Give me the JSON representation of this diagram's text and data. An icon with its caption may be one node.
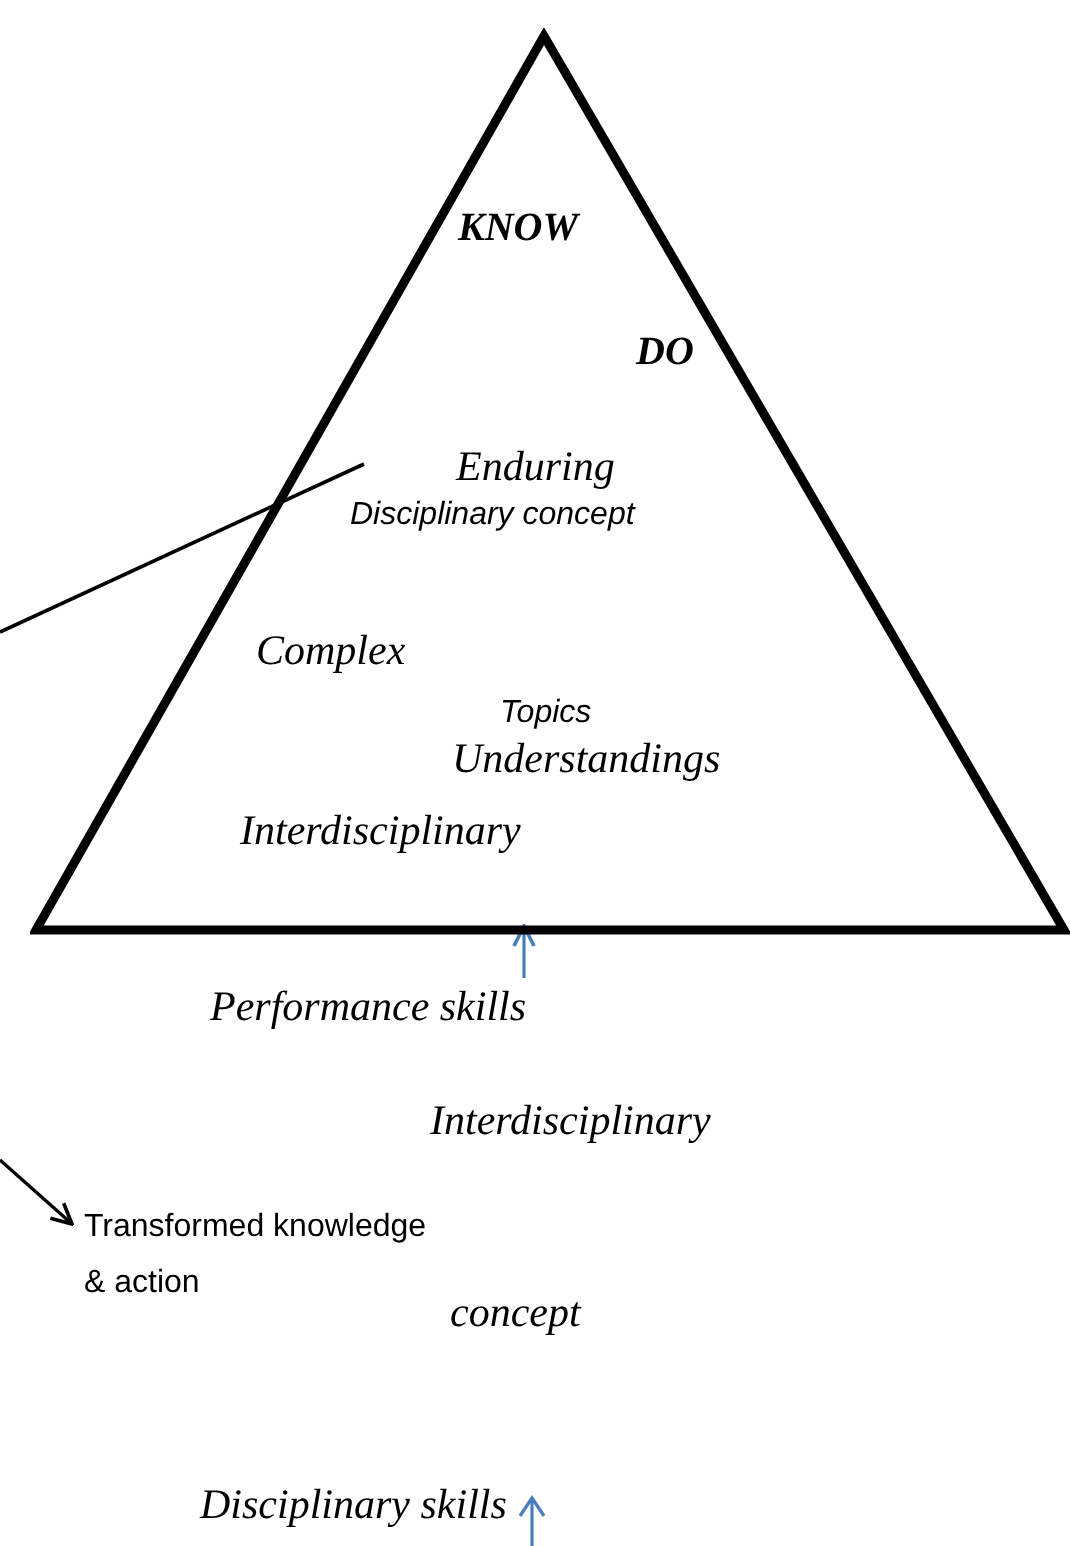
{
  "diagram": {
    "nodes": [
      {
        "text": [
          "KNOW",
          "DO",
          "Enduring",
          "Disciplinary concept",
          "Complex",
          "Topics",
          "Understandings",
          "Interdisciplinary"
        ]
      },
      {
        "text": [
          "Transformed knowledge & action"
        ]
      },
      {
        "text": [
          "Performance skills"
        ]
      }
    ],
    "edges": [
      {
        "from": 2,
        "to": 0,
        "arrow": "to",
        "color": "#4a7ebb"
      },
      {
        "from": null,
        "to": 1,
        "arrow": "to",
        "color": "#000000"
      }
    ],
    "labels": [
      "Interdisciplinary",
      "concept",
      "Disciplinary skills"
    ]
  }
}
